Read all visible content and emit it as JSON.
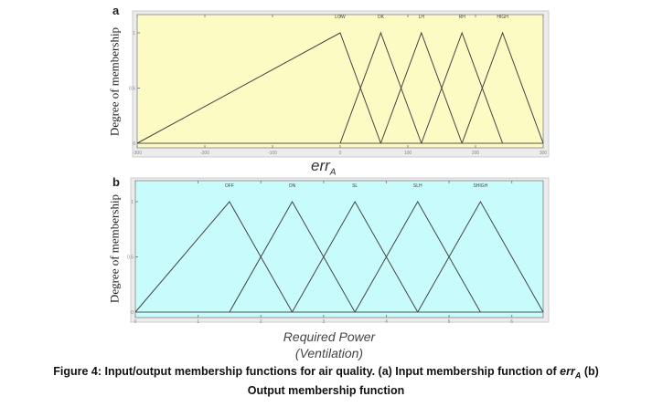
{
  "chart_data": [
    {
      "panel_label": "a",
      "type": "line",
      "title": "",
      "xlabel": "err",
      "xlabel_sub": "A",
      "ylabel": "Degree of membership",
      "xlim": [
        -300,
        300
      ],
      "ylim": [
        0,
        1
      ],
      "xticks": [
        "-300",
        "-200",
        "-100",
        "0",
        "100",
        "200",
        "300"
      ],
      "yticks": [
        "0",
        "0.5",
        "1"
      ],
      "background": "#fdfbc4",
      "series": [
        {
          "name": "LOW",
          "points": [
            [
              -300,
              0
            ],
            [
              0,
              1
            ],
            [
              60,
              0
            ]
          ]
        },
        {
          "name": "OK",
          "points": [
            [
              0,
              0
            ],
            [
              60,
              1
            ],
            [
              120,
              0
            ]
          ]
        },
        {
          "name": "LH",
          "points": [
            [
              60,
              0
            ],
            [
              120,
              1
            ],
            [
              180,
              0
            ]
          ]
        },
        {
          "name": "RH",
          "points": [
            [
              120,
              0
            ],
            [
              180,
              1
            ],
            [
              240,
              0
            ]
          ]
        },
        {
          "name": "HIGH",
          "points": [
            [
              180,
              0
            ],
            [
              240,
              1
            ],
            [
              300,
              0
            ]
          ]
        }
      ]
    },
    {
      "panel_label": "b",
      "type": "line",
      "title": "",
      "xlabel": "Required Power",
      "xlabel2": "(Ventilation)",
      "ylabel": "Degree of membership",
      "xlim": [
        0,
        6.5
      ],
      "ylim": [
        0,
        1
      ],
      "xticks": [
        "0",
        "1",
        "2",
        "3",
        "4",
        "5",
        "6"
      ],
      "yticks": [
        "0",
        "0.5",
        "1"
      ],
      "background": "#c8fbfb",
      "series": [
        {
          "name": "OFF",
          "points": [
            [
              0,
              0
            ],
            [
              1.5,
              1
            ],
            [
              2.5,
              0
            ]
          ]
        },
        {
          "name": "ON",
          "points": [
            [
              1.5,
              0
            ],
            [
              2.5,
              1
            ],
            [
              3.5,
              0
            ]
          ]
        },
        {
          "name": "SL",
          "points": [
            [
              2.5,
              0
            ],
            [
              3.5,
              1
            ],
            [
              4.5,
              0
            ]
          ]
        },
        {
          "name": "SLH",
          "points": [
            [
              3.5,
              0
            ],
            [
              4.5,
              1
            ],
            [
              5.5,
              0
            ]
          ]
        },
        {
          "name": "SHIGH",
          "points": [
            [
              4.5,
              0
            ],
            [
              5.5,
              1
            ],
            [
              6.5,
              0
            ]
          ]
        }
      ]
    }
  ],
  "caption": {
    "line1_pre": "Figure 4: Input/output membership functions for air quality. (a) Input membership function of ",
    "line1_var": "err",
    "line1_sub": "A",
    "line1_post": " (b)",
    "line2": "Output membership function"
  }
}
